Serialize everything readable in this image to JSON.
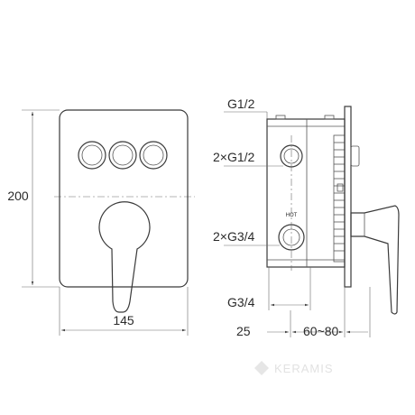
{
  "front_view": {
    "height_label": "200",
    "width_label": "145"
  },
  "side_view": {
    "outlet_top_label": "G1/2",
    "outlet_upper_label": "2×G1/2",
    "inlet_label": "2×G3/4",
    "bottom_label": "G3/4",
    "hot_marker": "HOT",
    "depth_label": "25",
    "adjust_label": "60~80"
  },
  "watermark": {
    "text": "KERAMIS"
  }
}
